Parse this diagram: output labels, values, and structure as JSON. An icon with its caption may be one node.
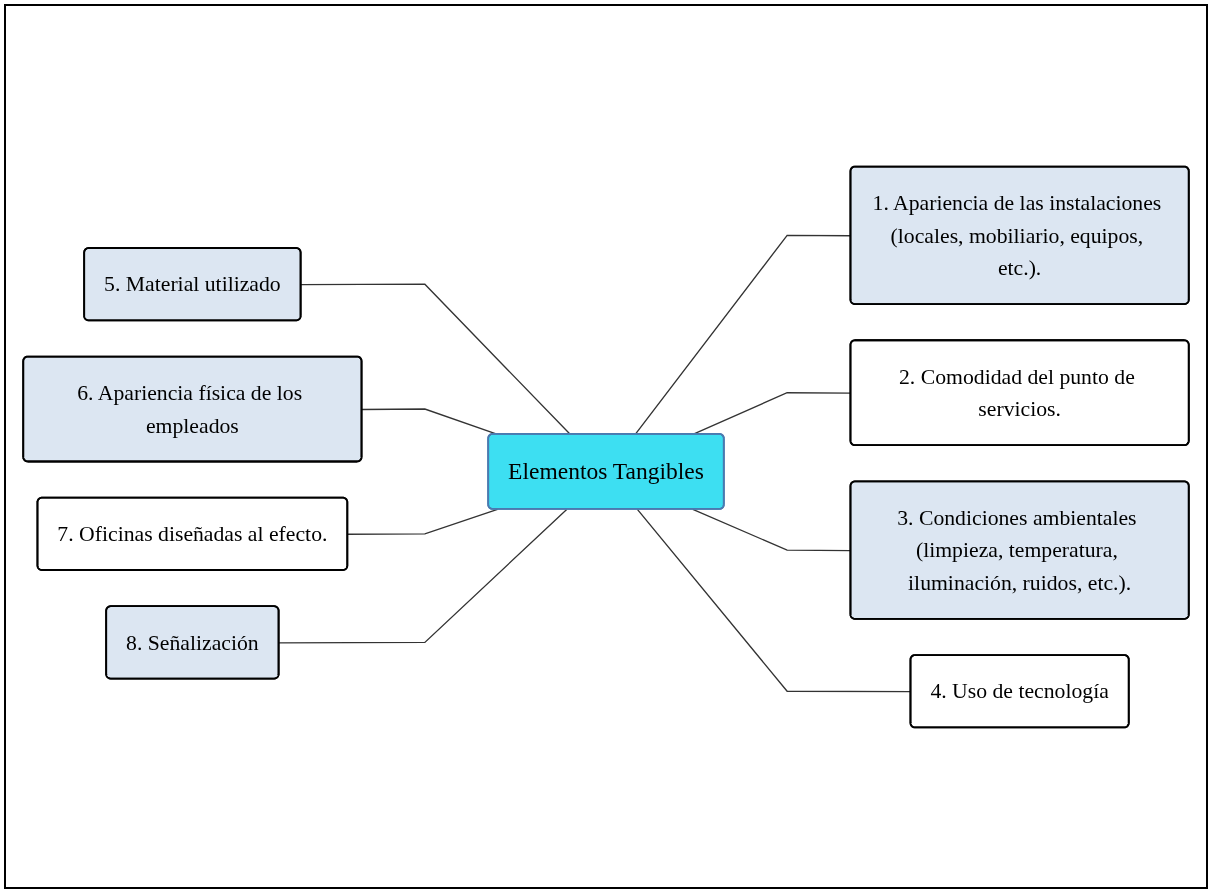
{
  "diagram": {
    "nodes": [
      {
        "text": [
          "5. Material utilizado"
        ]
      },
      {
        "text": [
          "1. Apariencia de las instalaciones (locales, mobiliario, equipos, etc.)."
        ]
      },
      {
        "text": [
          "6. Apariencia física de los empleados"
        ]
      },
      {
        "text": [
          "2. Comodidad del punto de servicios."
        ]
      },
      {
        "text": [
          "Elementos Tangibles"
        ]
      },
      {
        "text": [
          "3. Condiciones ambientales (limpieza, temperatura, iluminación, ruidos, etc.)."
        ]
      },
      {
        "text": [
          "7. Oficinas diseñadas al efecto."
        ]
      },
      {
        "text": [
          "4. Uso de tecnología"
        ]
      },
      {
        "text": [
          "8. Señalización"
        ]
      }
    ],
    "edges": [
      {
        "from": 4,
        "to": 0,
        "arrow": "none"
      },
      {
        "from": 4,
        "to": 1,
        "arrow": "none"
      },
      {
        "from": 4,
        "to": 2,
        "arrow": "none"
      },
      {
        "from": 4,
        "to": 3,
        "arrow": "none"
      },
      {
        "from": 4,
        "to": 5,
        "arrow": "none"
      },
      {
        "from": 4,
        "to": 6,
        "arrow": "none"
      },
      {
        "from": 4,
        "to": 7,
        "arrow": "none"
      },
      {
        "from": 4,
        "to": 8,
        "arrow": "none"
      }
    ]
  }
}
